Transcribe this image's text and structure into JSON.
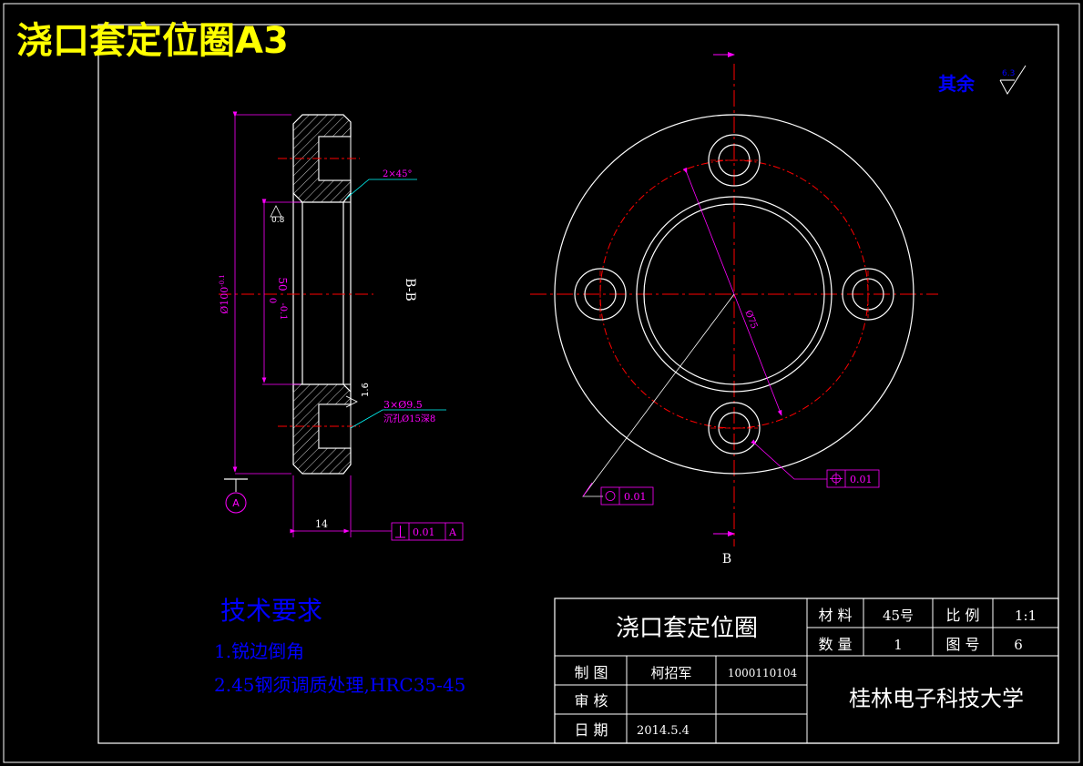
{
  "sheet": {
    "title": "浇口套定位圈A3",
    "surface_default_label": "其余",
    "surface_default_value": "6.3"
  },
  "section_view": {
    "section_label": "B-B",
    "dia_outer": "Ø100",
    "dia_outer_tol": "-0.1",
    "dia_inner": "50",
    "dia_inner_tol_upper": "-0.1",
    "dia_inner_tol_lower": "0",
    "chamfer": "2×45°",
    "roughness_inner": "0.8",
    "roughness_bottom": "1.6",
    "holes_note_1": "3×Ø9.5",
    "holes_note_2": "沉孔Ø15深8",
    "thickness": "14",
    "datum": "A",
    "perpendicularity_value": "0.01",
    "perpendicularity_datum": "A"
  },
  "front_view": {
    "pcd": "Ø75",
    "section_mark": "B",
    "circularity_value": "0.01",
    "position_value": "0.01"
  },
  "tech_requirements": {
    "heading": "技术要求",
    "item1": "1.锐边倒角",
    "item2": "2.45钢须调质处理,HRC35-45"
  },
  "title_block": {
    "part_name": "浇口套定位圈",
    "material_label": "材 料",
    "material": "45号",
    "scale_label": "比 例",
    "scale": "1:1",
    "qty_label": "数 量",
    "qty": "1",
    "drawing_no_label": "图 号",
    "drawing_no": "6",
    "drawn_label": "制 图",
    "drawn_by": "柯招军",
    "student_id": "1000110104",
    "review_label": "审 核",
    "date_label": "日 期",
    "date": "2014.5.4",
    "school": "桂林电子科技大学"
  },
  "colors": {
    "line": "#ffffff",
    "dim": "#ff00ff",
    "center": "#ff0000",
    "title": "#ffff00",
    "notes": "#0000ff",
    "leader": "#00ffff"
  }
}
